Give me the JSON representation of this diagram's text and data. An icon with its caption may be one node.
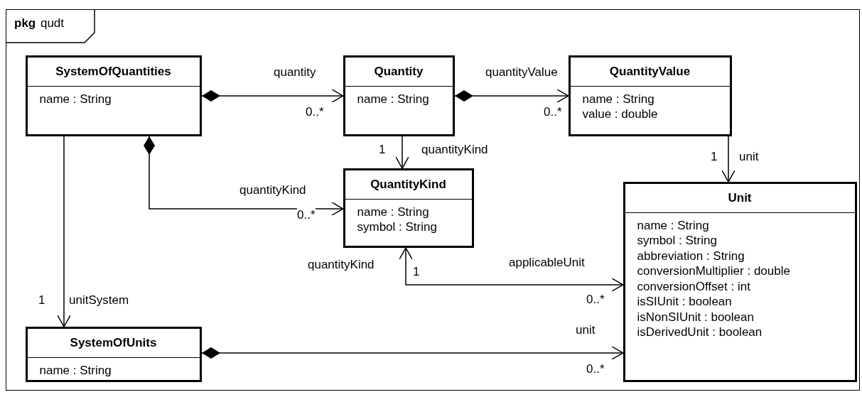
{
  "diagram": {
    "nodes": [
      {
        "text": [
          "**pkg** qudt"
        ]
      },
      {
        "text": [
          "SystemOfQuantities",
          "name : String"
        ],
        "in": 0
      },
      {
        "text": [
          "Quantity",
          "name : String"
        ],
        "in": 0
      },
      {
        "text": [
          "QuantityValue",
          "name : String",
          "value : double"
        ],
        "in": 0
      },
      {
        "text": [
          "QuantityKind",
          "name : String",
          "symbol : String"
        ],
        "in": 0
      },
      {
        "text": [
          "Unit",
          "name : String",
          "symbol : String",
          "abbreviation : String",
          "conversionMultiplier : double",
          "conversionOffset : int",
          "isSIUnit : boolean",
          "isNonSIUnit : boolean",
          "isDerivedUnit : boolean"
        ],
        "in": 0
      },
      {
        "text": [
          "SystemOfUnits",
          "name : String"
        ],
        "in": 0
      }
    ],
    "edges": [
      {
        "from": 1,
        "to": 2,
        "arrow": "to",
        "label": "quantity"
      },
      {
        "from": 2,
        "to": 3,
        "arrow": "to",
        "label": "quantityValue"
      },
      {
        "from": 2,
        "to": 4,
        "arrow": "to",
        "label": "quantityKind"
      },
      {
        "from": 3,
        "to": 5,
        "arrow": "to",
        "label": "unit"
      },
      {
        "from": 1,
        "to": 4,
        "arrow": "to",
        "label": "quantityKind"
      },
      {
        "from": 4,
        "to": 5,
        "arrow": "both",
        "label": "applicableUnit"
      },
      {
        "from": 1,
        "to": 6,
        "arrow": "to",
        "label": "unitSystem"
      },
      {
        "from": 6,
        "to": 5,
        "arrow": "to",
        "label": "unit"
      }
    ],
    "labels": [
      "0..*",
      "0..*",
      "1",
      "1",
      "0..*",
      "quantityKind",
      "1",
      "0..*",
      "1",
      "0..*"
    ]
  }
}
